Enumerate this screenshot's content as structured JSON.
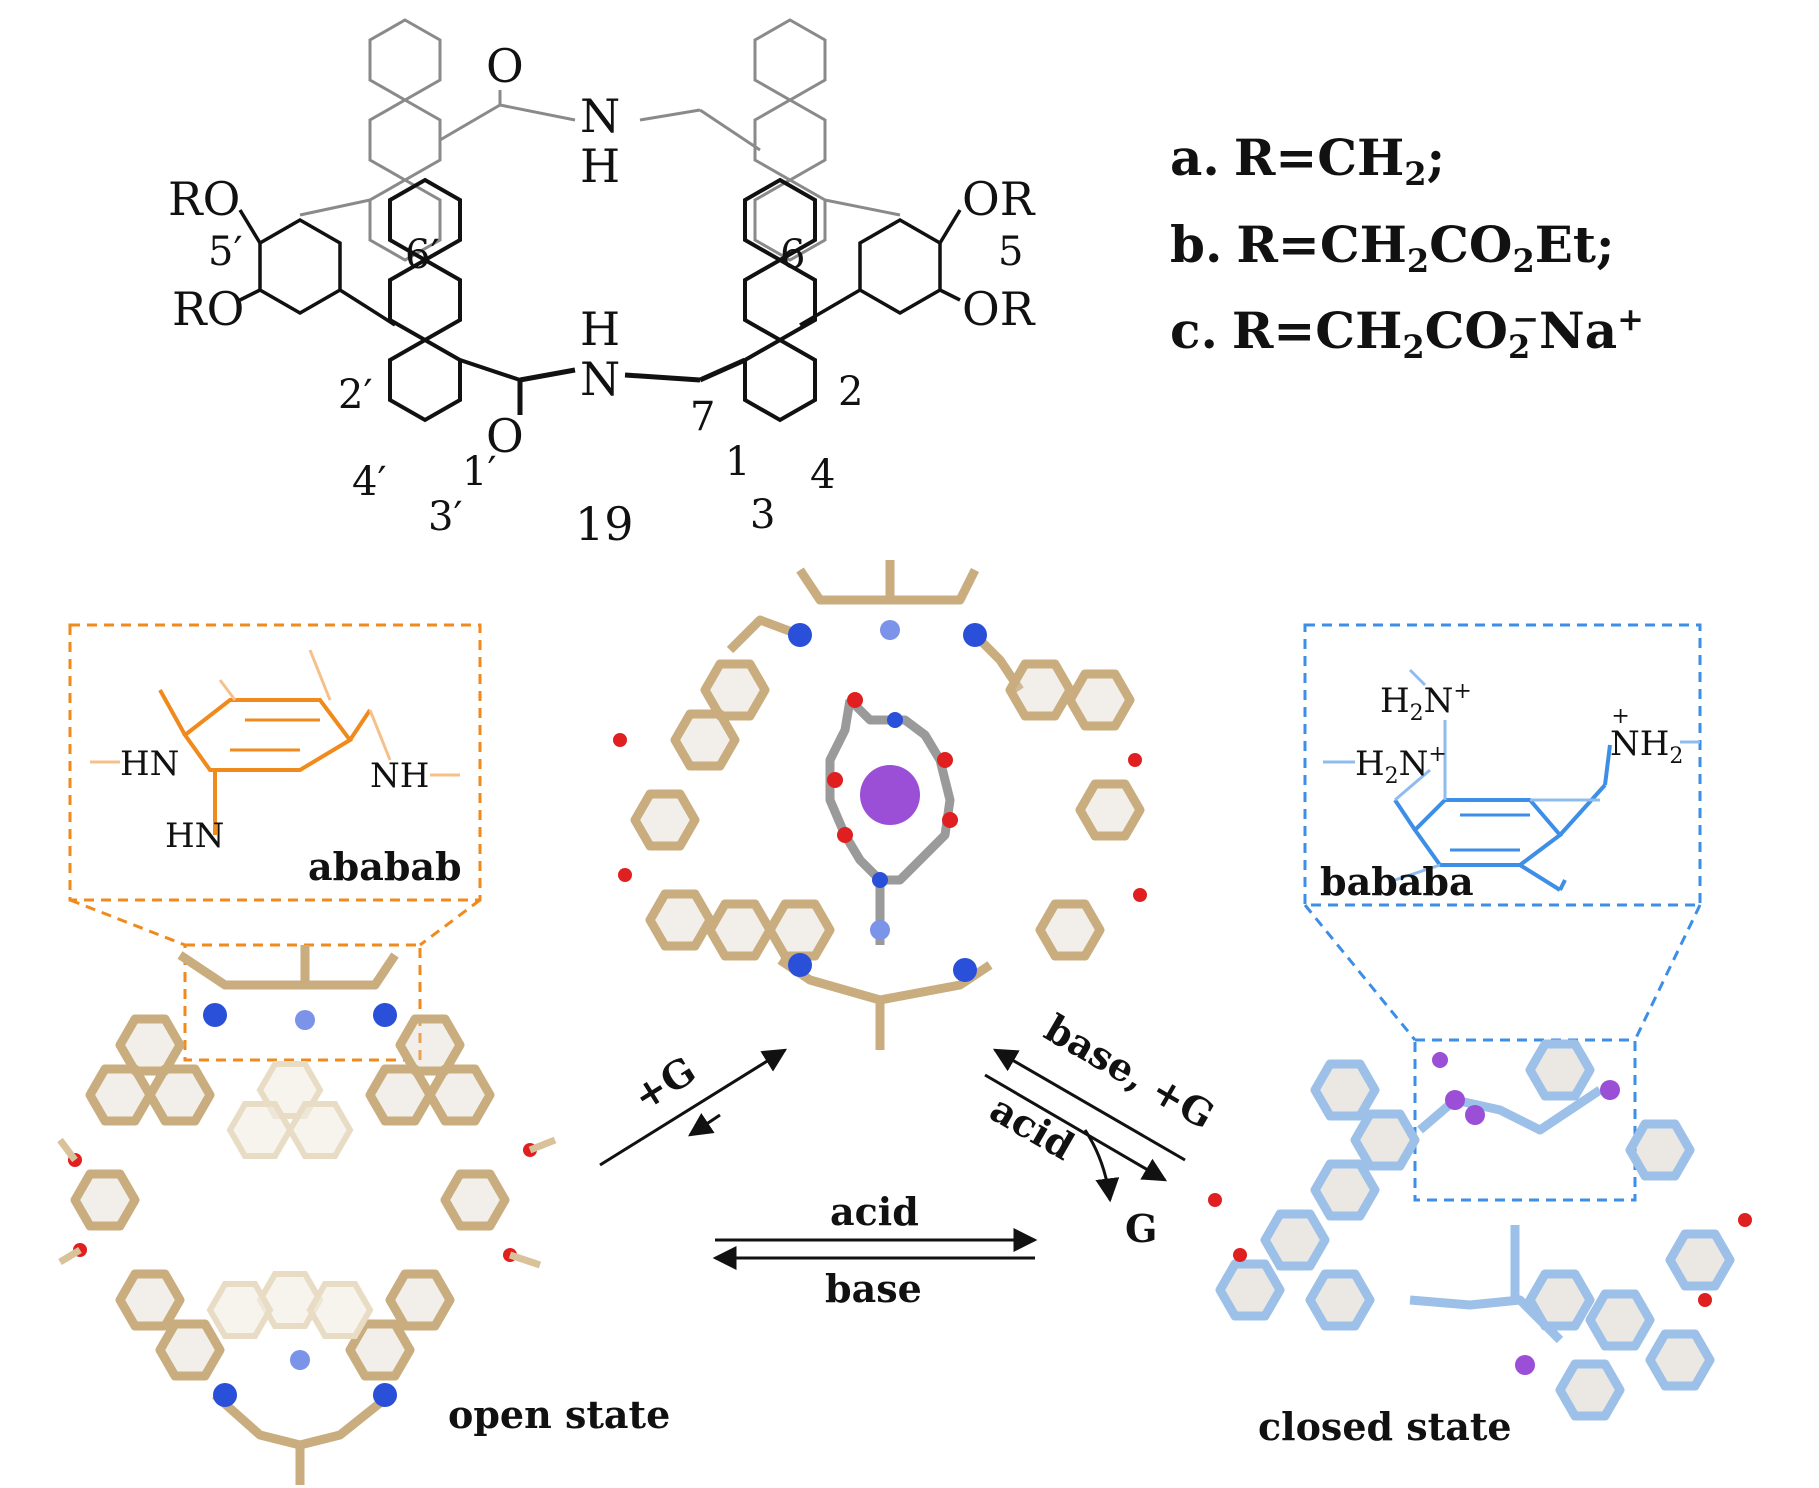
{
  "molecule": {
    "atoms": {
      "o_top": "O",
      "n_top": "N",
      "h_top": "H",
      "h_bot": "H",
      "n_bot": "N",
      "o_bot": "O",
      "ro_tl": "RO",
      "ro_bl": "RO",
      "or_tr": "OR",
      "or_br": "OR"
    },
    "positions": {
      "p5p": "5′",
      "p6p": "6′",
      "p2p": "2′",
      "p4p": "4′",
      "p3p": "3′",
      "p1p": "1′",
      "p6": "6",
      "p5": "5",
      "p2": "2",
      "p1": "1",
      "p3": "3",
      "p4": "4",
      "p7": "7"
    },
    "compound_number": "19"
  },
  "variants": [
    {
      "letter": "a.",
      "formula": "R=CH",
      "sub1": "2",
      "tail": ";"
    },
    {
      "letter": "b.",
      "formula": "R=CH",
      "sub1": "2",
      "mid": "CO",
      "sub2": "2",
      "tail": "Et;"
    },
    {
      "letter": "c.",
      "formula": "R=CH",
      "sub1": "2",
      "mid": "CO",
      "sub2": "2",
      "sup2": "−",
      "tail": "Na",
      "sup3": "+"
    }
  ],
  "insets": {
    "left": {
      "label": "ababab",
      "hn1": "HN",
      "nh1": "NH",
      "hn2": "HN",
      "color": "#f08a1c"
    },
    "right": {
      "label": "bababa",
      "h2n_top": "H",
      "h2n_top_sub": "2",
      "h2n_top_n": "N",
      "h2n_top_sup": "+",
      "h2n_mid": "H",
      "h2n_mid_sub": "2",
      "h2n_mid_n": "N",
      "h2n_mid_sup": "+",
      "nh2": "NH",
      "nh2_sub": "2",
      "nh2_sup": "+",
      "color": "#3d8ee6"
    }
  },
  "reactions": {
    "plus_g": "+G",
    "acid": "acid",
    "base": "base",
    "base_plus_g": "base, +G",
    "acid_diag": "acid",
    "g_out": "G"
  },
  "states": {
    "open": "open state",
    "closed": "closed state"
  },
  "colors": {
    "tan": "#d9c29a",
    "tan_dark": "#b89b6c",
    "blue_atom": "#2a4fd8",
    "red_atom": "#e02020",
    "purple": "#9b4fd6",
    "cage_blue": "#9cc0e8"
  }
}
